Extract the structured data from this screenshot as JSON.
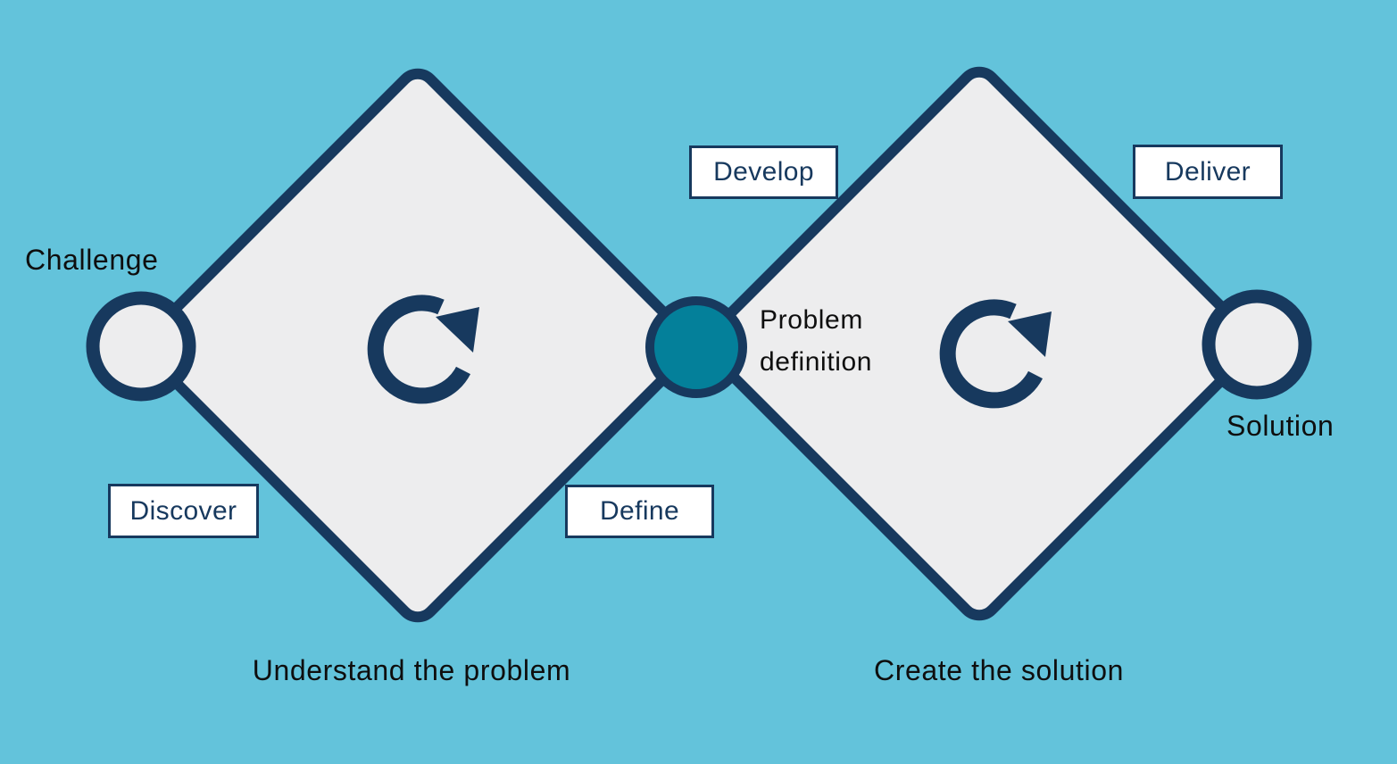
{
  "colors": {
    "background": "#63c3db",
    "navy": "#17395e",
    "teal": "#04809a",
    "diamond_fill": "#ededee",
    "box_bg": "#ffffff",
    "text_black": "#0e0e0e"
  },
  "nodes": {
    "challenge": "Challenge",
    "problem_definition": "Problem definition",
    "solution": "Solution"
  },
  "phases": {
    "discover": "Discover",
    "define": "Define",
    "develop": "Develop",
    "deliver": "Deliver"
  },
  "captions": {
    "left_diamond": "Understand the problem",
    "right_diamond": "Create the solution"
  },
  "icons": {
    "left_diamond": "iterate-icon",
    "right_diamond": "iterate-icon"
  }
}
